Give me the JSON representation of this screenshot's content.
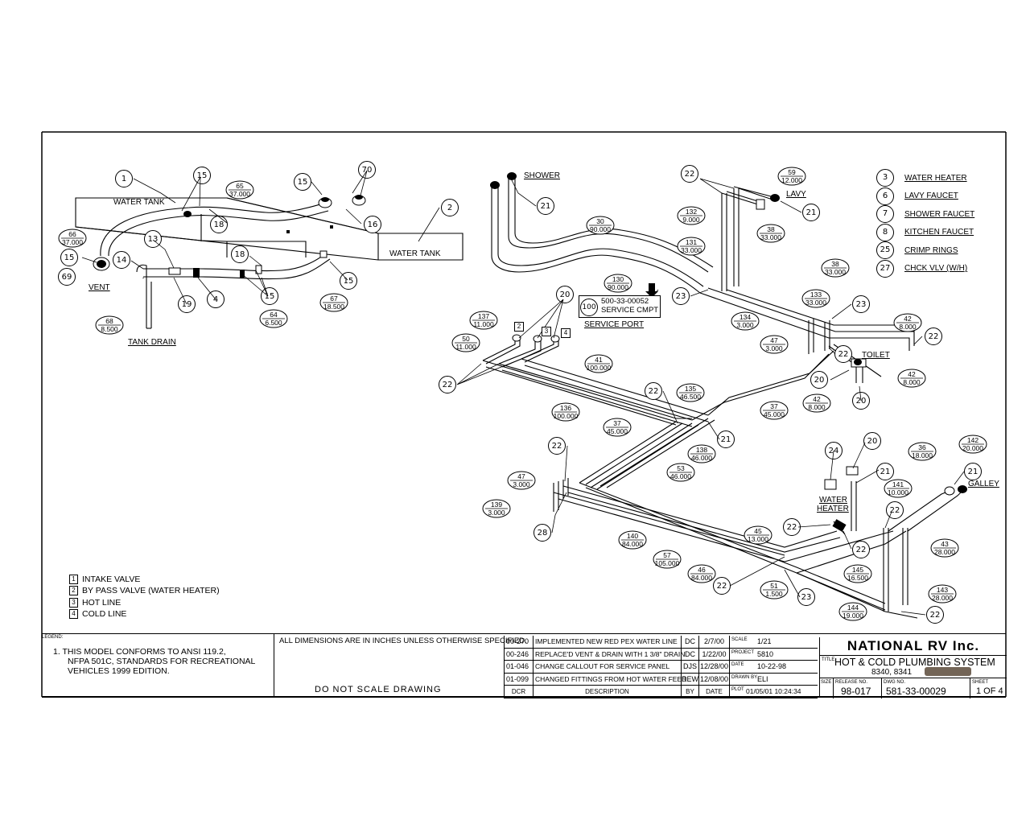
{
  "title_block": {
    "company": "NATIONAL RV Inc.",
    "title_tag": "TITLE",
    "title": "HOT & COLD PLUMBING SYSTEM",
    "models": "8340, 8341",
    "legend_tag": "LEGEND:",
    "note": [
      "1. THIS MODEL CONFORMS TO ANSI 119.2,",
      "NFPA 501C, STANDARDS FOR RECREATIONAL",
      "VEHICLES 1999 EDITION."
    ],
    "dimensions_note": "ALL DIMENSIONS ARE IN INCHES UNLESS OTHERWISE SPECIFIED.",
    "do_not_scale": "DO NOT SCALE DRAWING",
    "revisions": [
      {
        "dcr": "00-270",
        "desc": "IMPLEMENTED NEW RED PEX WATER LINE",
        "by": "DC",
        "date": "2/7/00"
      },
      {
        "dcr": "00-246",
        "desc": "REPLACE'D VENT & DRAIN WITH 1 3/8\" DRAIN",
        "by": "DC",
        "date": "1/22/00"
      },
      {
        "dcr": "01-046",
        "desc": "CHANGE CALLOUT FOR SERVICE PANEL",
        "by": "DJS",
        "date": "12/28/00"
      },
      {
        "dcr": "01-099",
        "desc": "CHANGED FITTINGS FROM HOT WATER FEED",
        "by": "REW",
        "date": "12/08/00"
      }
    ],
    "rev_headers": {
      "dcr": "DCR",
      "desc": "DESCRIPTION",
      "by": "BY",
      "date": "DATE"
    },
    "fields": {
      "scale_label": "SCALE",
      "scale": "1/21",
      "project_label": "PROJECT",
      "project": "5810",
      "date_label": "DATE",
      "date": "10-22-98",
      "drawn_label": "DRAWN BY",
      "drawn": "ELI",
      "plot_label": "PLOT",
      "plot": "01/05/01 10:24:34",
      "size_label": "SIZE",
      "release_label": "RELEASE NO.",
      "release": "98-017",
      "dwg_label": "DWG NO.",
      "dwg": "581-33-00029",
      "sheet_label": "SHEET",
      "sheet": "1 OF 4"
    }
  },
  "legend_items": [
    {
      "num": "1",
      "text": "INTAKE VALVE"
    },
    {
      "num": "2",
      "text": "BY PASS VALVE (WATER HEATER)"
    },
    {
      "num": "3",
      "text": "HOT LINE"
    },
    {
      "num": "4",
      "text": "COLD LINE"
    }
  ],
  "key_list": [
    {
      "num": "3",
      "text": "WATER HEATER"
    },
    {
      "num": "6",
      "text": "LAVY FAUCET"
    },
    {
      "num": "7",
      "text": "SHOWER FAUCET"
    },
    {
      "num": "8",
      "text": "KITCHEN FAUCET"
    },
    {
      "num": "25",
      "text": "CRIMP RINGS"
    },
    {
      "num": "27",
      "text": "CHCK VLV (W/H)"
    }
  ],
  "labels": {
    "water_tank_1": "WATER TANK",
    "water_tank_2": "WATER TANK",
    "vent": "VENT",
    "tank_drain": "TANK DRAIN",
    "shower": "SHOWER",
    "lavy": "LAVY",
    "toilet": "TOILET",
    "water_heater_1": "WATER",
    "water_heater_2": "HEATER",
    "galley": "GALLEY",
    "service_port": "SERVICE PORT",
    "service_part": "500-33-00052",
    "service_cmpt": "SERVICE CMPT",
    "service_num": "100",
    "box2": "2",
    "box3": "3",
    "box4": "4"
  },
  "callouts": [
    "1",
    "15",
    "70",
    "15",
    "2",
    "13",
    "14",
    "18",
    "18",
    "16",
    "15",
    "15",
    "69",
    "19",
    "4",
    "15",
    "21",
    "22",
    "21",
    "23",
    "23",
    "22",
    "22",
    "20",
    "20",
    "22",
    "22",
    "20",
    "21",
    "22",
    "28",
    "24",
    "20",
    "21",
    "22",
    "21",
    "22",
    "22",
    "23",
    "22",
    "22"
  ],
  "dims": [
    {
      "n": "66",
      "v": "37.000"
    },
    {
      "n": "65",
      "v": "37.000"
    },
    {
      "n": "68",
      "v": "8.500"
    },
    {
      "n": "64",
      "v": "6.500"
    },
    {
      "n": "67",
      "v": "18.500"
    },
    {
      "n": "30",
      "v": "90.000"
    },
    {
      "n": "130",
      "v": "90.000"
    },
    {
      "n": "59",
      "v": "12.000"
    },
    {
      "n": "132",
      "v": "9.000"
    },
    {
      "n": "38",
      "v": "33.000"
    },
    {
      "n": "131",
      "v": "33.000"
    },
    {
      "n": "38",
      "v": "33.000"
    },
    {
      "n": "133",
      "v": "33.000"
    },
    {
      "n": "134",
      "v": "3.000"
    },
    {
      "n": "47",
      "v": "3.000"
    },
    {
      "n": "42",
      "v": "8.000"
    },
    {
      "n": "42",
      "v": "8.000"
    },
    {
      "n": "42",
      "v": "8.000"
    },
    {
      "n": "137",
      "v": "11.000"
    },
    {
      "n": "50",
      "v": "11.000"
    },
    {
      "n": "41",
      "v": "100.000"
    },
    {
      "n": "136",
      "v": "100.000"
    },
    {
      "n": "135",
      "v": "46.500"
    },
    {
      "n": "37",
      "v": "45.000"
    },
    {
      "n": "37",
      "v": "45.000"
    },
    {
      "n": "138",
      "v": "46.000"
    },
    {
      "n": "53",
      "v": "46.000"
    },
    {
      "n": "47",
      "v": "3.000"
    },
    {
      "n": "139",
      "v": "3.000"
    },
    {
      "n": "140",
      "v": "84.000"
    },
    {
      "n": "57",
      "v": "105.000"
    },
    {
      "n": "46",
      "v": "84.000"
    },
    {
      "n": "45",
      "v": "13.000"
    },
    {
      "n": "51",
      "v": "1.500"
    },
    {
      "n": "145",
      "v": "16.500"
    },
    {
      "n": "36",
      "v": "18.000"
    },
    {
      "n": "142",
      "v": "20.000"
    },
    {
      "n": "141",
      "v": "10.000"
    },
    {
      "n": "43",
      "v": "28.000"
    },
    {
      "n": "143",
      "v": "28.000"
    },
    {
      "n": "144",
      "v": "19.000"
    }
  ]
}
